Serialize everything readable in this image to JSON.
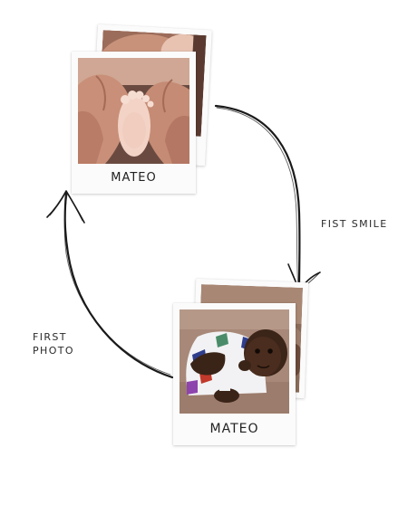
{
  "top_card": {
    "caption": "MATEO",
    "photo": "baby feet held in parents hands"
  },
  "bottom_card": {
    "caption": "MATEO",
    "photo": "smiling baby lying on blanket"
  },
  "notes": {
    "right": "FIST SMILE",
    "left_line1": "FIRST",
    "left_line2": "PHOTO"
  },
  "colors": {
    "ink": "#1a1a1a",
    "card": "#fbfbfb",
    "background": "#ffffff"
  }
}
